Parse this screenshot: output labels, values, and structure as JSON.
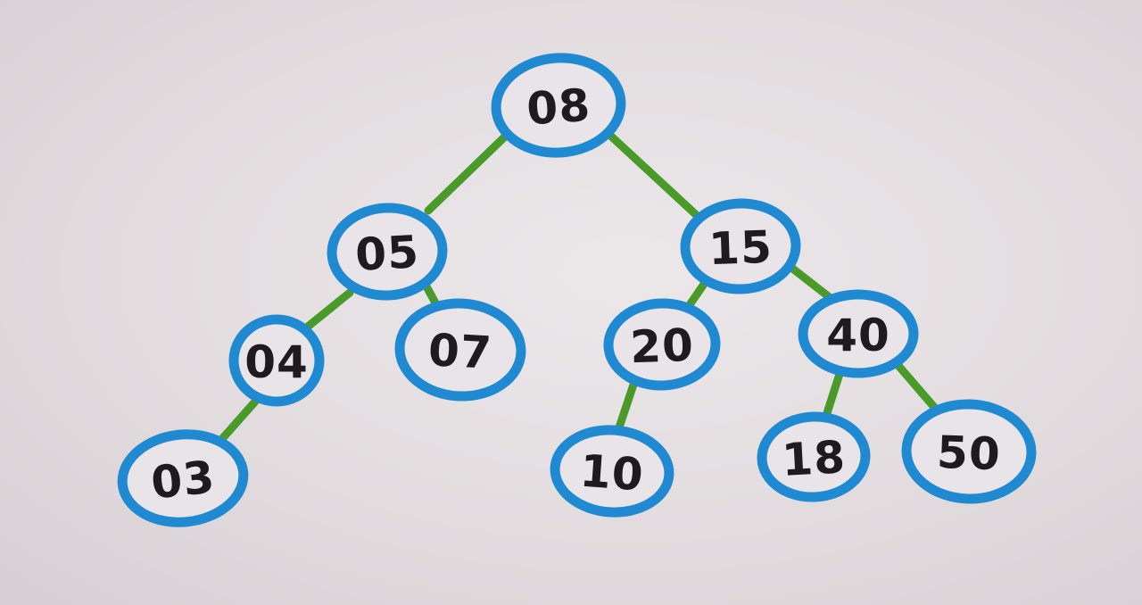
{
  "diagram": {
    "type": "binary-tree",
    "colors": {
      "edge": "#4a9a2a",
      "ring": "#1f8ad2",
      "label": "#1e1a1d",
      "node_fill": "#e9e4e7"
    },
    "nodes": [
      {
        "id": "n08",
        "label": "08"
      },
      {
        "id": "n05",
        "label": "05"
      },
      {
        "id": "n15",
        "label": "15"
      },
      {
        "id": "n04",
        "label": "04"
      },
      {
        "id": "n07",
        "label": "07"
      },
      {
        "id": "n20",
        "label": "20"
      },
      {
        "id": "n40",
        "label": "40"
      },
      {
        "id": "n03",
        "label": "03"
      },
      {
        "id": "n10",
        "label": "10"
      },
      {
        "id": "n18",
        "label": "18"
      },
      {
        "id": "n50",
        "label": "50"
      }
    ],
    "edges": [
      {
        "from": "n08",
        "to": "n05"
      },
      {
        "from": "n08",
        "to": "n15"
      },
      {
        "from": "n05",
        "to": "n04"
      },
      {
        "from": "n05",
        "to": "n07"
      },
      {
        "from": "n15",
        "to": "n20"
      },
      {
        "from": "n15",
        "to": "n40"
      },
      {
        "from": "n04",
        "to": "n03"
      },
      {
        "from": "n20",
        "to": "n10"
      },
      {
        "from": "n40",
        "to": "n18"
      },
      {
        "from": "n40",
        "to": "n50"
      }
    ]
  }
}
